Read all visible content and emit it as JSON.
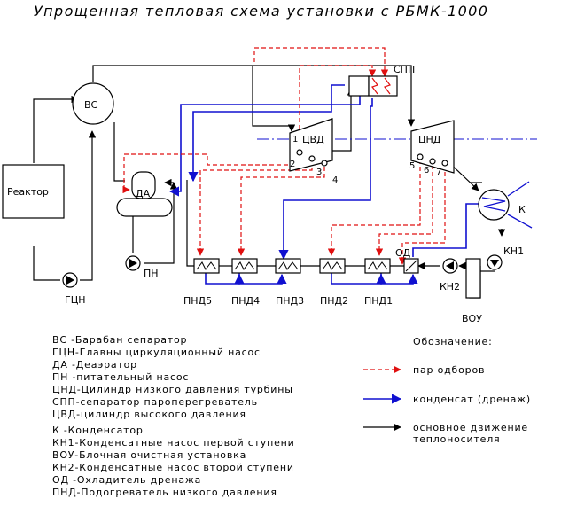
{
  "title": "Упрощенная тепловая схема установки с РБМК-1000",
  "labels": {
    "vs": "ВС",
    "reactor": "Реактор",
    "gcn": "ГЦН",
    "spp": "СПП",
    "cvd": "ЦВД",
    "cnd": "ЦНД",
    "da": "ДА",
    "pn": "ПН",
    "k": "К",
    "kn1": "КН1",
    "kn2": "КН2",
    "vou": "ВОУ",
    "od": "ОД",
    "pnd5": "ПНД5",
    "pnd4": "ПНД4",
    "pnd3": "ПНД3",
    "pnd2": "ПНД2",
    "pnd1": "ПНД1"
  },
  "extraction_numbers": [
    "1",
    "2",
    "3",
    "4",
    "5",
    "6",
    "7"
  ],
  "legend": [
    "ВС -Барабан сепаратор",
    "ГЦН-Главны циркуляционный насос",
    "ДА -Деаэратор",
    "ПН -питательный насос",
    "ЦНД-Цилиндр низкого давления турбины",
    "СПП-сепаратор пароперегреватель",
    "ЦВД-цилиндр высокого давления",
    "К -Конденсатор",
    "КН1-Конденсатные насос первой ступени",
    "ВОУ-Блочная очистная установка",
    "КН2-Конденсатные насос второй ступени",
    "ОД -Охладитель дренажа",
    "ПНД-Подогреватель низкого давления"
  ],
  "key": {
    "heading": "Обозначение:",
    "steam": "пар одборов",
    "condensate": "конденсат (дренаж)",
    "main_line1": "основное движение",
    "main_line2": "теплоносителя"
  },
  "colors": {
    "steam_line": "#e01010",
    "condensate_line": "#1010d0",
    "main_line": "#000000"
  }
}
